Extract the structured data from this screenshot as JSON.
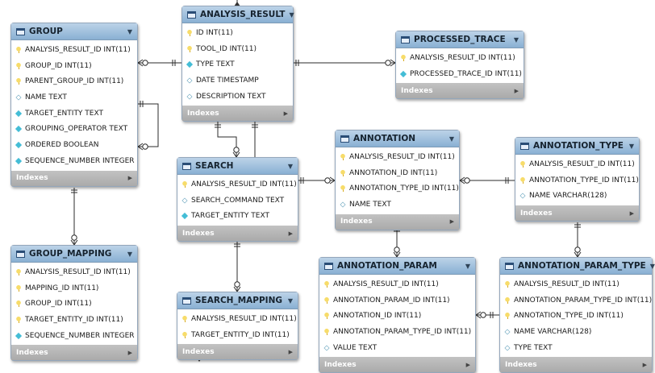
{
  "tables": {
    "group": {
      "title": "GROUP",
      "columns": [
        {
          "icon": "primary-key-icon",
          "text": "ANALYSIS_RESULT_ID INT(11)"
        },
        {
          "icon": "primary-key-icon",
          "text": "GROUP_ID INT(11)"
        },
        {
          "icon": "primary-key-icon",
          "text": "PARENT_GROUP_ID INT(11)"
        },
        {
          "icon": "attribute-icon",
          "text": "NAME TEXT"
        },
        {
          "icon": "foreign-key-icon",
          "text": "TARGET_ENTITY TEXT"
        },
        {
          "icon": "foreign-key-icon",
          "text": "GROUPING_OPERATOR TEXT"
        },
        {
          "icon": "foreign-key-icon",
          "text": "ORDERED BOOLEAN"
        },
        {
          "icon": "foreign-key-icon",
          "text": "SEQUENCE_NUMBER INTEGER"
        }
      ],
      "footer": "Indexes"
    },
    "group_mapping": {
      "title": "GROUP_MAPPING",
      "columns": [
        {
          "icon": "primary-key-icon",
          "text": "ANALYSIS_RESULT_ID INT(11)"
        },
        {
          "icon": "primary-key-icon",
          "text": "MAPPING_ID INT(11)"
        },
        {
          "icon": "primary-key-icon",
          "text": "GROUP_ID INT(11)"
        },
        {
          "icon": "primary-key-icon",
          "text": "TARGET_ENTITY_ID INT(11)"
        },
        {
          "icon": "foreign-key-icon",
          "text": "SEQUENCE_NUMBER INTEGER"
        }
      ],
      "footer": "Indexes"
    },
    "analysis_result": {
      "title": "ANALYSIS_RESULT",
      "columns": [
        {
          "icon": "primary-key-icon",
          "text": "ID INT(11)"
        },
        {
          "icon": "primary-key-icon",
          "text": "TOOL_ID INT(11)"
        },
        {
          "icon": "foreign-key-icon",
          "text": "TYPE TEXT"
        },
        {
          "icon": "attribute-icon",
          "text": "DATE TIMESTAMP"
        },
        {
          "icon": "attribute-icon",
          "text": "DESCRIPTION TEXT"
        }
      ],
      "footer": "Indexes"
    },
    "search": {
      "title": "SEARCH",
      "columns": [
        {
          "icon": "primary-key-icon",
          "text": "ANALYSIS_RESULT_ID INT(11)"
        },
        {
          "icon": "attribute-icon",
          "text": "SEARCH_COMMAND TEXT"
        },
        {
          "icon": "foreign-key-icon",
          "text": "TARGET_ENTITY TEXT"
        }
      ],
      "footer": "Indexes"
    },
    "search_mapping": {
      "title": "SEARCH_MAPPING",
      "columns": [
        {
          "icon": "primary-key-icon",
          "text": "ANALYSIS_RESULT_ID INT(11)"
        },
        {
          "icon": "primary-key-icon",
          "text": "TARGET_ENTITY_ID INT(11)"
        }
      ],
      "footer": "Indexes"
    },
    "processed_trace": {
      "title": "PROCESSED_TRACE",
      "columns": [
        {
          "icon": "primary-key-icon",
          "text": "ANALYSIS_RESULT_ID INT(11)"
        },
        {
          "icon": "foreign-key-icon",
          "text": "PROCESSED_TRACE_ID INT(11)"
        }
      ],
      "footer": "Indexes"
    },
    "annotation": {
      "title": "ANNOTATION",
      "columns": [
        {
          "icon": "primary-key-icon",
          "text": "ANALYSIS_RESULT_ID INT(11)"
        },
        {
          "icon": "primary-key-icon",
          "text": "ANNOTATION_ID INT(11)"
        },
        {
          "icon": "primary-key-icon",
          "text": "ANNOTATION_TYPE_ID INT(11)"
        },
        {
          "icon": "attribute-icon",
          "text": "NAME TEXT"
        }
      ],
      "footer": "Indexes"
    },
    "annotation_param": {
      "title": "ANNOTATION_PARAM",
      "columns": [
        {
          "icon": "primary-key-icon",
          "text": "ANALYSIS_RESULT_ID INT(11)"
        },
        {
          "icon": "primary-key-icon",
          "text": "ANNOTATION_PARAM_ID INT(11)"
        },
        {
          "icon": "primary-key-icon",
          "text": "ANNOTATION_ID INT(11)"
        },
        {
          "icon": "primary-key-icon",
          "text": "ANNOTATION_PARAM_TYPE_ID INT(11)"
        },
        {
          "icon": "attribute-icon",
          "text": "VALUE TEXT"
        }
      ],
      "footer": "Indexes"
    },
    "annotation_type": {
      "title": "ANNOTATION_TYPE",
      "columns": [
        {
          "icon": "primary-key-icon",
          "text": "ANALYSIS_RESULT_ID INT(11)"
        },
        {
          "icon": "primary-key-icon",
          "text": "ANNOTATION_TYPE_ID INT(11)"
        },
        {
          "icon": "attribute-icon",
          "text": "NAME VARCHAR(128)"
        }
      ],
      "footer": "Indexes"
    },
    "annotation_param_type": {
      "title": "ANNOTATION_PARAM_TYPE",
      "columns": [
        {
          "icon": "primary-key-icon",
          "text": "ANALYSIS_RESULT_ID INT(11)"
        },
        {
          "icon": "primary-key-icon",
          "text": "ANNOTATION_PARAM_TYPE_ID INT(11)"
        },
        {
          "icon": "primary-key-icon",
          "text": "ANNOTATION_TYPE_ID INT(11)"
        },
        {
          "icon": "attribute-icon",
          "text": "NAME VARCHAR(128)"
        },
        {
          "icon": "attribute-icon",
          "text": "TYPE TEXT"
        }
      ],
      "footer": "Indexes"
    }
  },
  "colors": {
    "header_top": "#bcd3e8",
    "header_bottom": "#89b0d3",
    "footer": "#b3b3b3",
    "line": "#2b2b2b"
  }
}
